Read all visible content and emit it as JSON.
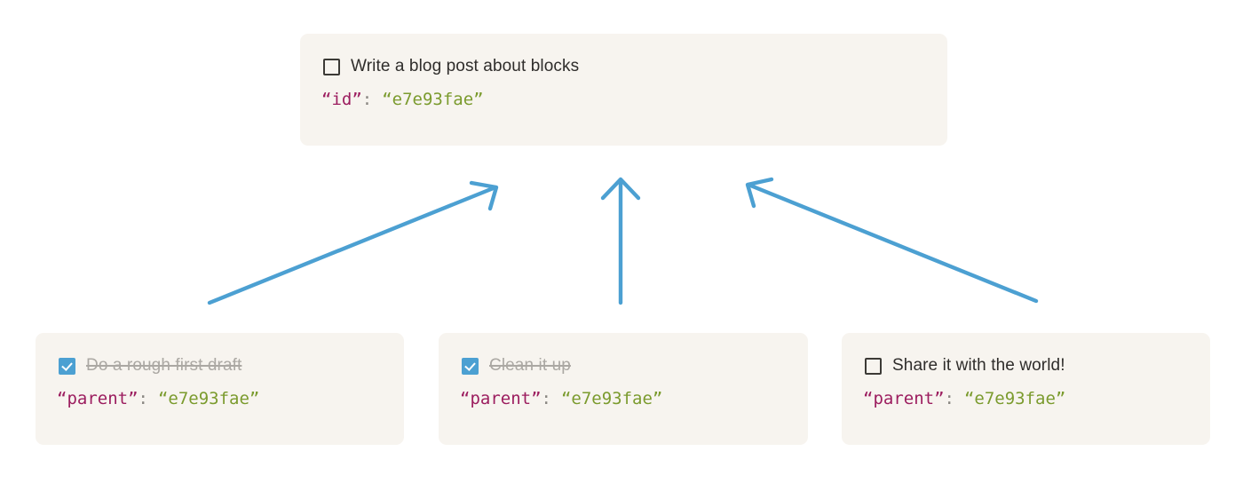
{
  "palette": {
    "card_bg": "#f7f4ef",
    "page_bg": "#ffffff",
    "arrow_blue": "#4ca0d2",
    "checkbox_checked": "#4ca0d2",
    "checkbox_border": "#3c3a36",
    "text": "#2f2d2b",
    "text_done": "#aba8a3",
    "code_key": "#9c1d5f",
    "code_value": "#7b9b2e",
    "code_punct": "#8a8782"
  },
  "parent_card": {
    "checkbox_state": "unchecked",
    "title": "Write a blog post about blocks",
    "code": {
      "key": "“id”",
      "colon": ":",
      "value": "“e7e93fae”"
    }
  },
  "child_cards": [
    {
      "checkbox_state": "checked",
      "title": "Do a rough first draft",
      "completed": true,
      "code": {
        "key": "“parent”",
        "colon": ":",
        "value": "“e7e93fae”"
      }
    },
    {
      "checkbox_state": "checked",
      "title": "Clean it up",
      "completed": true,
      "code": {
        "key": "“parent”",
        "colon": ":",
        "value": "“e7e93fae”"
      }
    },
    {
      "checkbox_state": "unchecked",
      "title": "Share it with the world!",
      "completed": false,
      "code": {
        "key": "“parent”",
        "colon": ":",
        "value": "“e7e93fae”"
      }
    }
  ],
  "arrows": [
    {
      "name": "arrow-left-child-to-parent",
      "from": "child-card-1",
      "to": "parent-card"
    },
    {
      "name": "arrow-middle-child-to-parent",
      "from": "child-card-2",
      "to": "parent-card"
    },
    {
      "name": "arrow-right-child-to-parent",
      "from": "child-card-3",
      "to": "parent-card"
    }
  ]
}
